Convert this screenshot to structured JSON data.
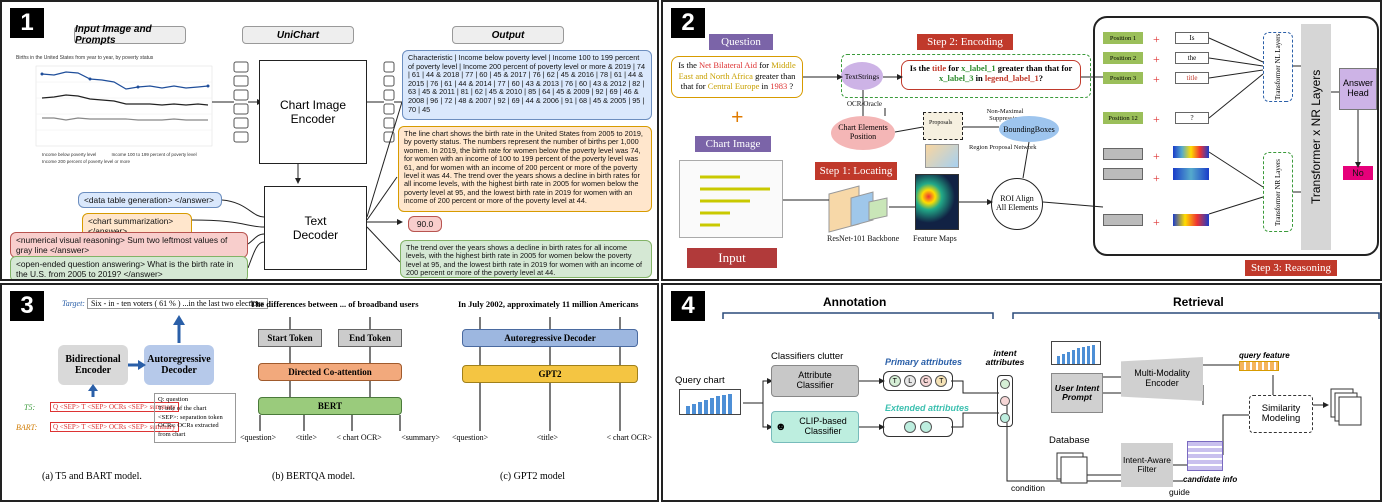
{
  "p1": {
    "number": "1",
    "hdr_input": "Input Image and Prompts",
    "hdr_unichart": "UniChart",
    "hdr_output": "Output",
    "chart_title": "Births in the United States from year to year, by poverty status",
    "encoder": "Chart Image Encoder",
    "decoder": "Text Decoder",
    "prompts": [
      "<data table generation> </answer>",
      "<chart summarization> </answer>",
      "<numerical visual reasoning> Sum two leftmost values of gray line </answer>",
      "<open-ended question answering> What is the birth rate in the U.S. from 2005 to 2019? </answer>"
    ],
    "out_table": "Characteristic | Income below poverty level | Income 100 to 199 percent of poverty level | Income 200 percent of poverty level or more & 2019 | 74 | 61 | 44 & 2018 | 77 | 60 | 45 & 2017 | 76 | 62 | 45 & 2016 | 78 | 61 | 44 & 2015 | 76 | 61 | 44 & 2014 | 77 | 60 | 43 & 2013 | 76 | 60 | 43 & 2012 | 82 | 63 | 45 & 2011 | 81 | 62 | 45 & 2010 | 85 | 64 | 45 & 2009 | 92 | 69 | 46 & 2008 | 96 | 72 | 48 & 2007 | 92 | 69 | 44 & 2006 | 91 | 68 | 45 & 2005 | 95 | 70 | 45",
    "out_summary": "The line chart shows the birth rate in the United States from 2005 to 2019, by poverty status. The numbers represent the number of births per 1,000 women. In 2019, the birth rate for women below the poverty level was 74, for women with an income of 100 to 199 percent of the poverty level was 61, and for women with an income of 200 percent or more of the poverty level it was 44. The trend over the years shows a decline in birth rates for all income levels, with the highest birth rate in 2005 for women below the poverty level at 95, and the lowest birth rate in 2019 for women with an income of 200 percent or more of the poverty level at 44.",
    "out_number": "90.0",
    "out_qa": "The trend over the years shows a decline in birth rates for all income levels, with the highest birth rate in 2005 for women below the poverty level at 95, and the lowest birth rate in 2019 for women with an income of 200 percent or more of the poverty level at 44.",
    "legend": [
      "Income below poverty level",
      "Income 100 to 199 percent of poverty level",
      "Income 200 percent of poverty level or more"
    ],
    "colors": {
      "blue": "#dae8fc",
      "blue_b": "#6c8ebf",
      "orange": "#ffe6cc",
      "orange_b": "#d79b00",
      "red": "#f8cecc",
      "red_b": "#b85450",
      "green": "#d5e8d4",
      "green_b": "#82b366"
    }
  },
  "p2": {
    "number": "2",
    "question_label": "Question",
    "question": [
      "Is the ",
      "Net Bilateral Aid",
      " for ",
      "Middle East and North Africa",
      " greater than that for ",
      "Central Europe",
      " in ",
      "1983",
      " ?"
    ],
    "chart_image_label": "Chart Image",
    "input_label": "Input",
    "step1": "Step 1: Locating",
    "step2": "Step 2: Encoding",
    "step3": "Step 3: Reasoning",
    "text_strings": "TextStrings",
    "ocr": "OCR/Oracle",
    "encoded_q": [
      "Is the ",
      "title",
      " for ",
      "x_label_1",
      " greater than that for ",
      "x_label_3",
      " in ",
      "legend_label_1",
      "?"
    ],
    "chart_elements": "Chart Elements Position",
    "proposals": "Proposals",
    "nms": "Non-Maximal Suppression",
    "bounding_boxes": "BoundingBoxes",
    "rpn": "Region Proposal Network",
    "backbone": "ResNet-101 Backbone",
    "feature_maps": "Feature Maps",
    "roi": "ROI Align All Elements",
    "positions": [
      {
        "label": "Position 1",
        "token": "Is"
      },
      {
        "label": "Position 2",
        "token": "the"
      },
      {
        "label": "Position 3",
        "token": "title"
      },
      {
        "label": "Position 12",
        "token": "?"
      }
    ],
    "tnl": "Transformer NL Layers",
    "tnr": "Transformer NR Layers",
    "txr": "Transformer x NR Layers",
    "answer_head": "Answer Head",
    "answer": "No"
  },
  "p3": {
    "number": "3",
    "target_label": "Target:",
    "target_text": "Six - in - ten voters ( 61 % ) ...in the last two elections",
    "bi_encoder": "Bidirectional Encoder",
    "auto_decoder": "Autoregressive Decoder",
    "t5_label": "T5:",
    "t5_input": "Q <SEP> T <SEP> OCRs <SEP> summary",
    "bart_label": "BART:",
    "bart_input": "Q <SEP> T <SEP> OCRs <SEP> summary",
    "legend": [
      "Q: question",
      "T: title of the chart",
      "<SEP>: separation token",
      "OCRs: OCRs extracted from chart"
    ],
    "b_title": "The differences between ... of broadband users",
    "start_token": "Start Token",
    "end_token": "End Token",
    "directed": "Directed Co-attention",
    "bert": "BERT",
    "b_inputs": [
      "<question>",
      "<title>",
      "< chart OCR>",
      "<summary>"
    ],
    "c_title": "In July 2002, approximately 11 million Americans",
    "c_decoder": "Autoregressive Decoder",
    "gpt2": "GPT2",
    "c_inputs": [
      "<question>",
      "<title>",
      "< chart OCR>"
    ],
    "caption_a": "(a) T5 and BART model.",
    "caption_b": "(b) BERTQA model.",
    "caption_c": "(c) GPT2 model"
  },
  "p4": {
    "number": "4",
    "annotation": "Annotation",
    "retrieval": "Retrieval",
    "query_chart": "Query chart",
    "classifiers": "Classifiers clutter",
    "attr_classifier": "Attribute Classifier",
    "clip_classifier": "CLIP-based Classifier",
    "primary": "Primary attributes",
    "primary_tokens": [
      "T",
      "L",
      "C",
      "T"
    ],
    "extended": "Extended attributes",
    "intent": "intent attributes",
    "user_intent": "User Intent Prompt",
    "mm_encoder": "Multi-Modality Encoder",
    "query_feature": "query feature",
    "similarity": "Similarity Modeling",
    "database": "Database",
    "intent_filter": "Intent-Aware Filter",
    "candidate": "candidate info",
    "condition": "condition",
    "guide": "guide"
  }
}
